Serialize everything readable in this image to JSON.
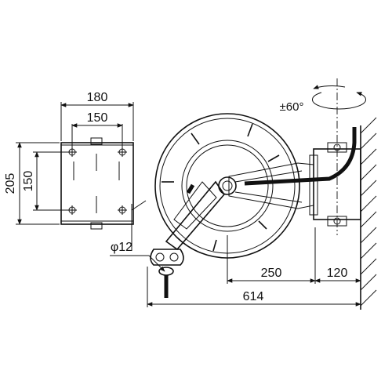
{
  "plate_view": {
    "dim_width_outer": "180",
    "dim_width_holes": "150",
    "dim_height_outer": "205",
    "dim_height_holes": "150"
  },
  "reel_view": {
    "rotation_label": "±60°",
    "hose_diameter_label": "φ12",
    "dim_bracket_to_reel_center": "250",
    "dim_bracket_depth": "120",
    "dim_total_length": "614"
  }
}
